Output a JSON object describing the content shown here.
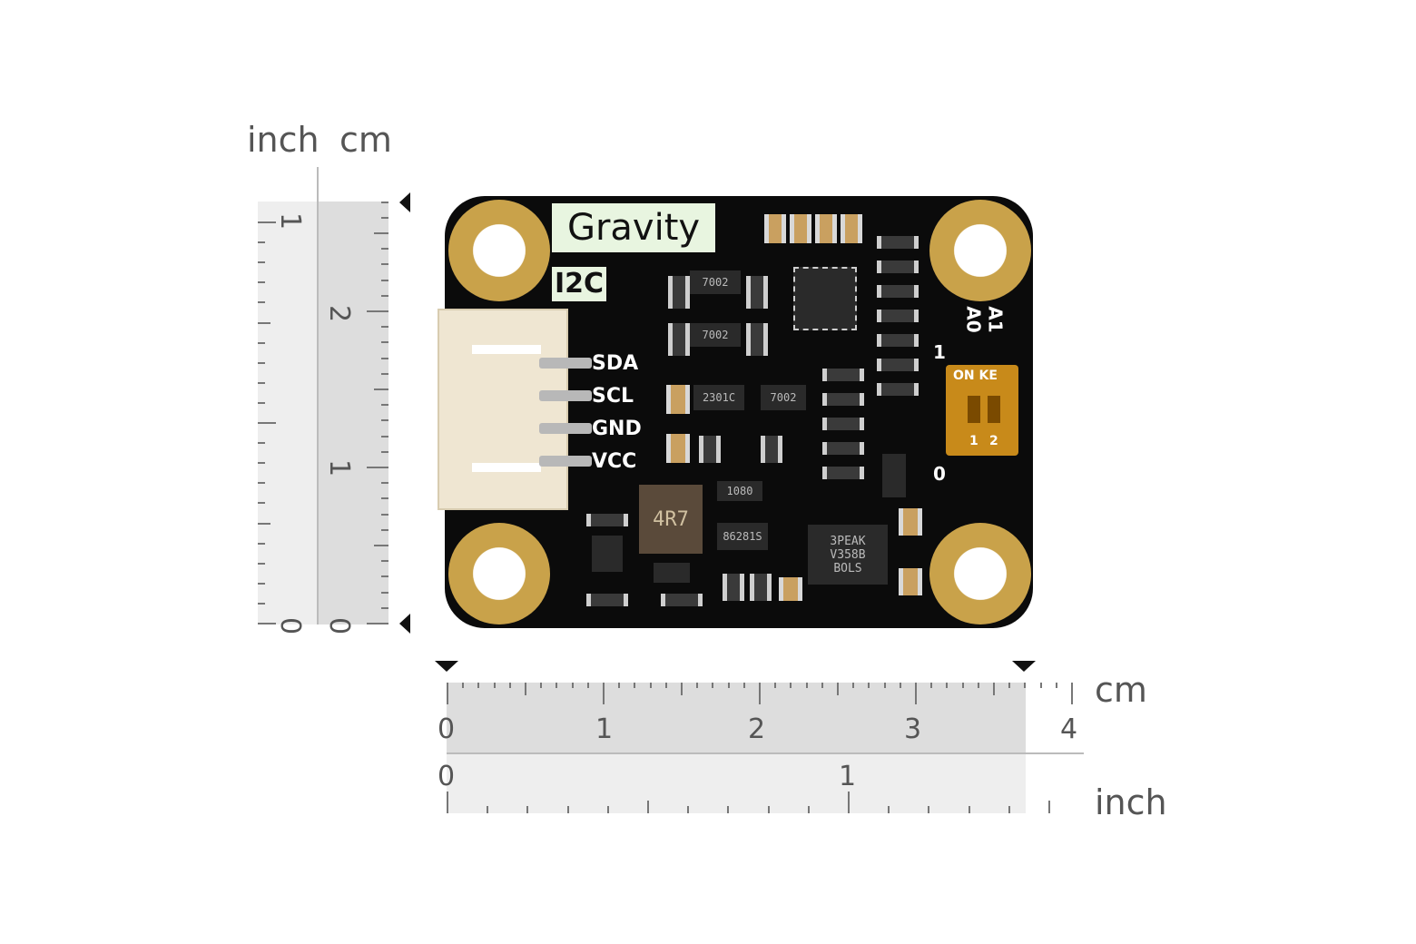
{
  "vertical_ruler": {
    "unit_inch": "inch",
    "unit_cm": "cm",
    "inch_labels": [
      "1",
      "0"
    ],
    "cm_labels": [
      "2",
      "1",
      "0"
    ]
  },
  "horizontal_ruler": {
    "unit_cm": "cm",
    "unit_inch": "inch",
    "cm_labels": [
      "0",
      "1",
      "2",
      "3",
      "4"
    ],
    "inch_labels": [
      "0",
      "1"
    ]
  },
  "board": {
    "brand": "Gravity",
    "interface": "I2C",
    "pins": [
      "SDA",
      "SCL",
      "GND",
      "VCC"
    ],
    "address_labels": [
      "A0",
      "A1"
    ],
    "dip_text": "ON KE",
    "dip_numbers": [
      "1",
      "2"
    ],
    "side_marks": [
      "1",
      "0"
    ],
    "chip_markings": [
      "7002",
      "7002",
      "2301C",
      "7002",
      "4R7",
      "86281S",
      "3PEAK\nV358B\nBOLS",
      "1080"
    ]
  }
}
